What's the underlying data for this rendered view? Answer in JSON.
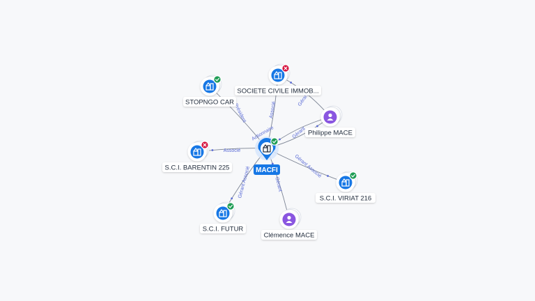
{
  "center": {
    "label": "MACFI",
    "status": "active"
  },
  "nodes": [
    {
      "id": "stopngo",
      "label": "STOPNGO CAR",
      "kind": "company",
      "status": "active"
    },
    {
      "id": "sci_immob",
      "label": "SOCIETE CIVILE IMMOB...",
      "kind": "company",
      "status": "closed"
    },
    {
      "id": "philippe",
      "label": "Philippe MACE",
      "kind": "person",
      "status": ""
    },
    {
      "id": "barentin",
      "label": "S.C.I. BARENTIN 225",
      "kind": "company",
      "status": "closed"
    },
    {
      "id": "viriat",
      "label": "S.C.I. VIRIAT 216",
      "kind": "company",
      "status": "active"
    },
    {
      "id": "futur",
      "label": "S.C.I. FUTUR",
      "kind": "company",
      "status": "active"
    },
    {
      "id": "clemence",
      "label": "Clémence MACE",
      "kind": "person",
      "status": ""
    }
  ],
  "edges": [
    {
      "from": "center",
      "to": "stopngo",
      "label": "Président"
    },
    {
      "from": "center",
      "to": "sci_immob",
      "label": "Associé"
    },
    {
      "from": "philippe",
      "to": "center",
      "label": "Gérant"
    },
    {
      "from": "center",
      "to": "philippe",
      "label": "Actionnaire"
    },
    {
      "from": "philippe",
      "to": "sci_immob",
      "label": "Gérant"
    },
    {
      "from": "center",
      "to": "barentin",
      "label": "Associé"
    },
    {
      "from": "center",
      "to": "viriat",
      "label": "Gérant Associé"
    },
    {
      "from": "center",
      "to": "futur",
      "label": "Gérant Associé"
    },
    {
      "from": "clemence",
      "to": "center",
      "label": "Gérant"
    }
  ],
  "colors": {
    "company": "#1677e5",
    "person": "#8a56e0",
    "active": "#1f9d55",
    "closed": "#d5133f",
    "edge": "#7b8393",
    "edge_label": "#5a6bd6"
  }
}
